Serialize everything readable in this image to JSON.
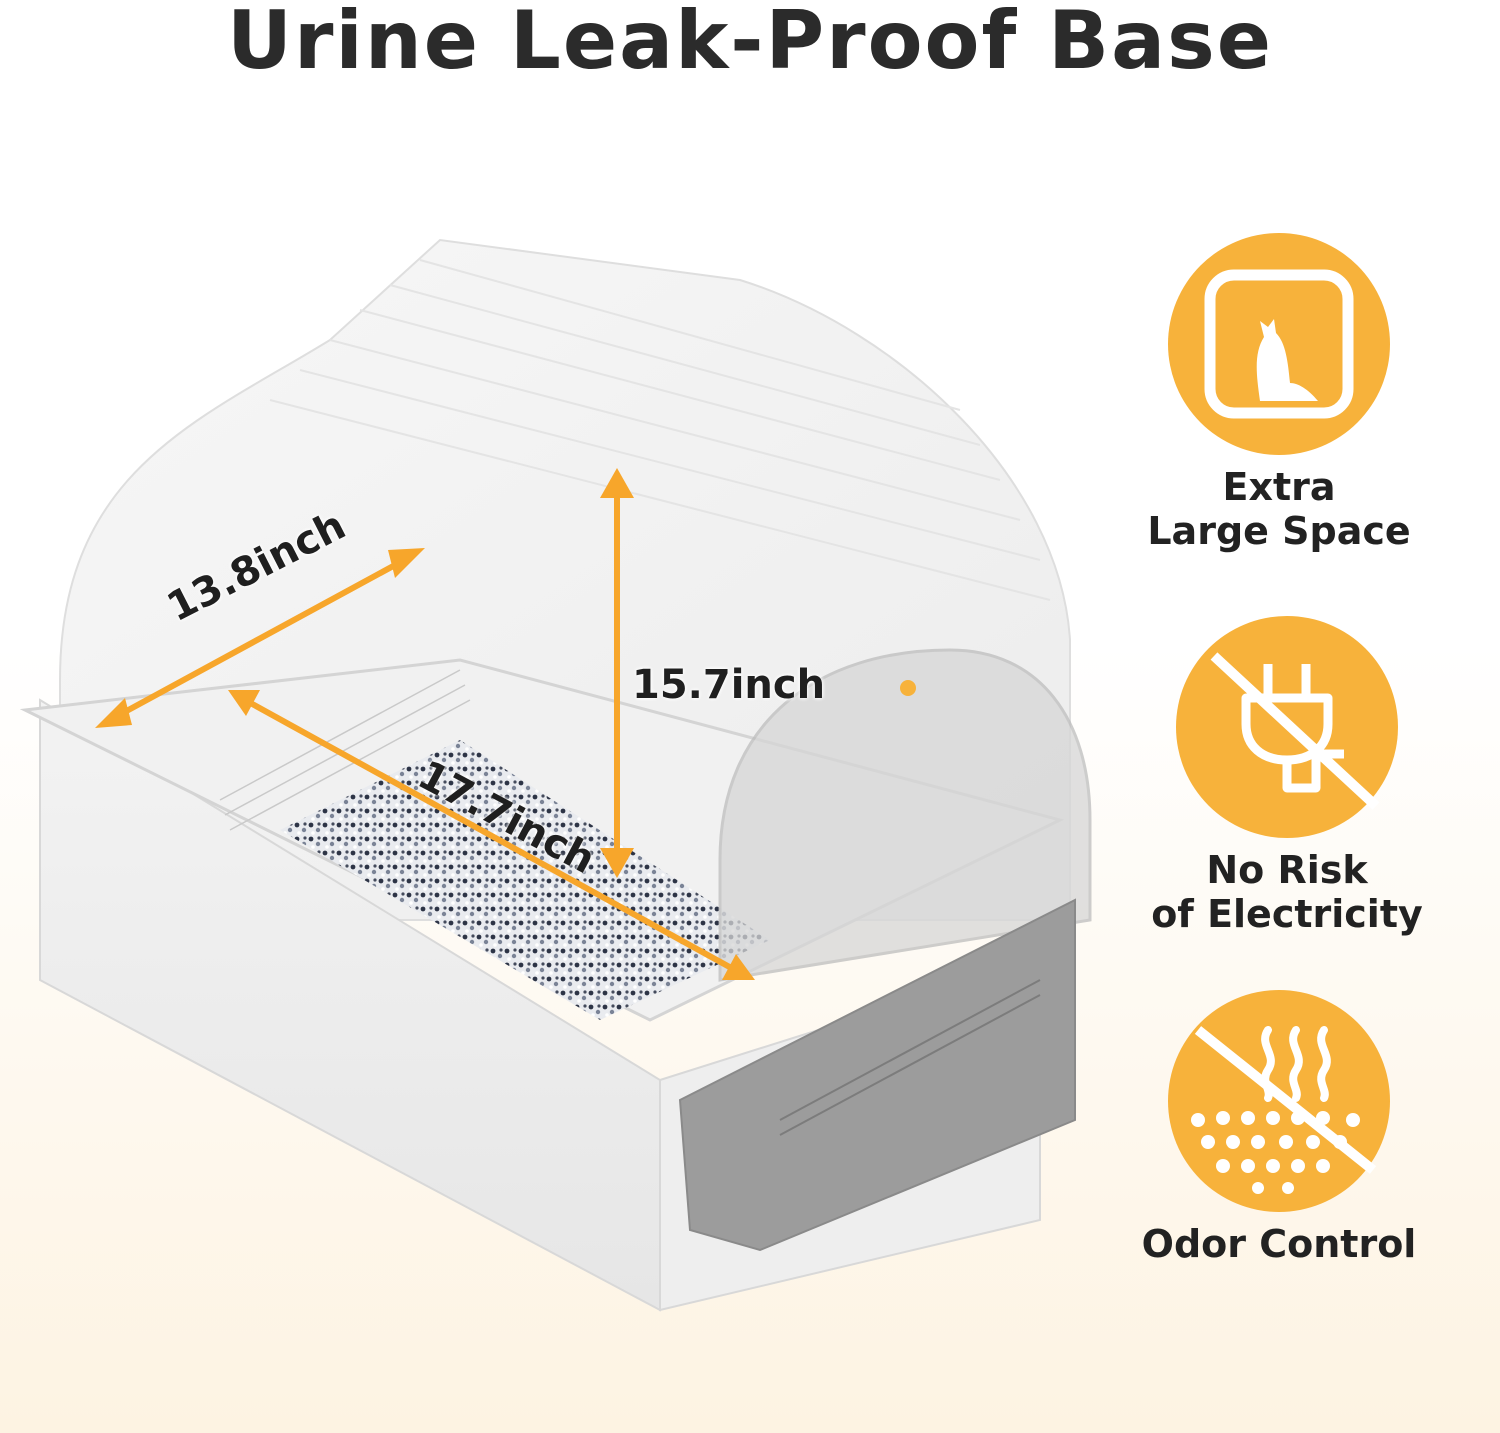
{
  "title": "Urine Leak-Proof Base",
  "accent_color": "#f7b23b",
  "dimensions": {
    "width": "13.8inch",
    "height": "15.7inch",
    "length": "17.7inch"
  },
  "features": [
    {
      "icon": "cat-space-icon",
      "line1": "Extra",
      "line2": "Large Space"
    },
    {
      "icon": "no-plug-icon",
      "line1": "No Risk",
      "line2": "of Electricity"
    },
    {
      "icon": "odor-control-icon",
      "line1": "Odor Control",
      "line2": ""
    }
  ]
}
